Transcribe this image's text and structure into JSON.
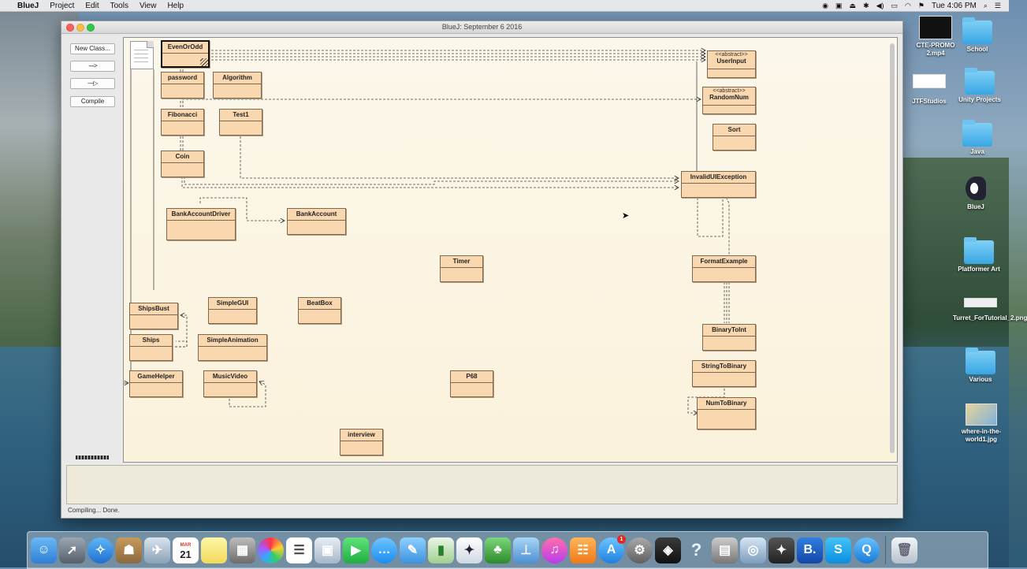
{
  "menubar": {
    "app_name": "BlueJ",
    "items": [
      "Project",
      "Edit",
      "Tools",
      "View",
      "Help"
    ],
    "clock": "Tue 4:06 PM"
  },
  "window": {
    "title": "BlueJ:  September 6 2016",
    "status": "Compiling... Done."
  },
  "toolbar": {
    "new_class": "New Class...",
    "dependency_arrow": "---->",
    "inheritance_arrow": "—▷",
    "compile": "Compile"
  },
  "classes": [
    {
      "id": "EvenOrOdd",
      "name": "EvenOrOdd",
      "selected": true
    },
    {
      "id": "password",
      "name": "password"
    },
    {
      "id": "Algorithm",
      "name": "Algorithm"
    },
    {
      "id": "Fibonacci",
      "name": "Fibonacci"
    },
    {
      "id": "Test1",
      "name": "Test1"
    },
    {
      "id": "Coin",
      "name": "Coin"
    },
    {
      "id": "BankAccountDriver",
      "name": "BankAccountDriver"
    },
    {
      "id": "BankAccount",
      "name": "BankAccount"
    },
    {
      "id": "Timer",
      "name": "Timer"
    },
    {
      "id": "ShipsBust",
      "name": "ShipsBust"
    },
    {
      "id": "SimpleGUI",
      "name": "SimpleGUI"
    },
    {
      "id": "BeatBox",
      "name": "BeatBox"
    },
    {
      "id": "Ships",
      "name": "Ships"
    },
    {
      "id": "SimpleAnimation",
      "name": "SimpleAnimation"
    },
    {
      "id": "GameHelper",
      "name": "GameHelper"
    },
    {
      "id": "MusicVideo",
      "name": "MusicVideo"
    },
    {
      "id": "P68",
      "name": "P68"
    },
    {
      "id": "interview",
      "name": "interview"
    },
    {
      "id": "UserInput",
      "name": "UserInput",
      "stereotype": "<<abstract>>"
    },
    {
      "id": "RandomNum",
      "name": "RandomNum",
      "stereotype": "<<abstract>>"
    },
    {
      "id": "Sort",
      "name": "Sort"
    },
    {
      "id": "InvalidUIException",
      "name": "InvalidUIException"
    },
    {
      "id": "FormatExample",
      "name": "FormatExample"
    },
    {
      "id": "BinaryToInt",
      "name": "BinaryToInt"
    },
    {
      "id": "StringToBinary",
      "name": "StringToBinary"
    },
    {
      "id": "NumToBinary",
      "name": "NumToBinary"
    }
  ],
  "desktop_icons": [
    {
      "label": "CTE-PROMO 2.mp4",
      "icon": "video-thumbnail"
    },
    {
      "label": "School",
      "icon": "folder"
    },
    {
      "label": "JTFStudios",
      "icon": "image-thumbnail"
    },
    {
      "label": "Unity Projects",
      "icon": "folder"
    },
    {
      "label": "Java",
      "icon": "folder"
    },
    {
      "label": "BlueJ",
      "icon": "bluej-app"
    },
    {
      "label": "Platformer Art",
      "icon": "folder"
    },
    {
      "label": "Turret_ForTutorial_2.png",
      "icon": "image-thumbnail"
    },
    {
      "label": "Various",
      "icon": "folder"
    },
    {
      "label": "where-in-the-world1.jpg",
      "icon": "photo-thumbnail"
    }
  ],
  "dock": {
    "calendar_day": "21",
    "calendar_month": "MAR",
    "appstore_badge": "1",
    "bbedit_letter": "B.",
    "skype_letter": "S",
    "help_glyph": "?"
  },
  "colors": {
    "class_fill": "#f9d8b0",
    "canvas_bg": "#fbf4e2",
    "folder_blue": "#3aa6e4"
  }
}
